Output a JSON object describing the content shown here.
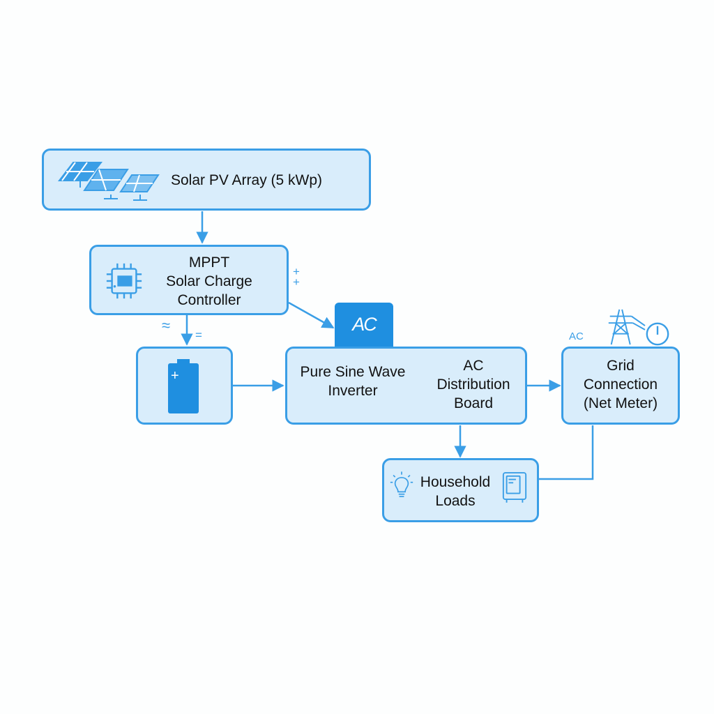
{
  "colors": {
    "accent": "#3a9ee6",
    "box_fill": "#d9edfb",
    "badge_fill": "#1f8fe0",
    "text": "#111111"
  },
  "nodes": {
    "pv_array": {
      "label": "Solar PV Array (5 kWp)",
      "icon": "solar-panels-icon"
    },
    "charge_controller": {
      "lines": [
        "MPPT",
        "Solar Charge",
        "Controller"
      ],
      "icon": "chip-icon"
    },
    "battery": {
      "icon": "battery-icon",
      "mark": "+"
    },
    "inverter": {
      "lines": [
        "Pure Sine Wave",
        "Inverter"
      ]
    },
    "ac_board": {
      "lines": [
        "AC",
        "Distribution",
        "Board"
      ]
    },
    "grid": {
      "lines": [
        "Grid",
        "Connection",
        "(Net Meter)"
      ],
      "icon": "transmission-tower-icon",
      "meter_icon": "meter-icon"
    },
    "loads": {
      "lines": [
        "Household",
        "Loads"
      ],
      "icon": "light-bulb-icon",
      "appliance_icon": "appliance-icon"
    }
  },
  "badges": {
    "inverter_badge": "AC"
  },
  "marks": {
    "controller_plus_1": "+",
    "controller_plus_2": "+",
    "ac_wave": "≈",
    "dc_equals": "=",
    "grid_ac": "AC"
  }
}
